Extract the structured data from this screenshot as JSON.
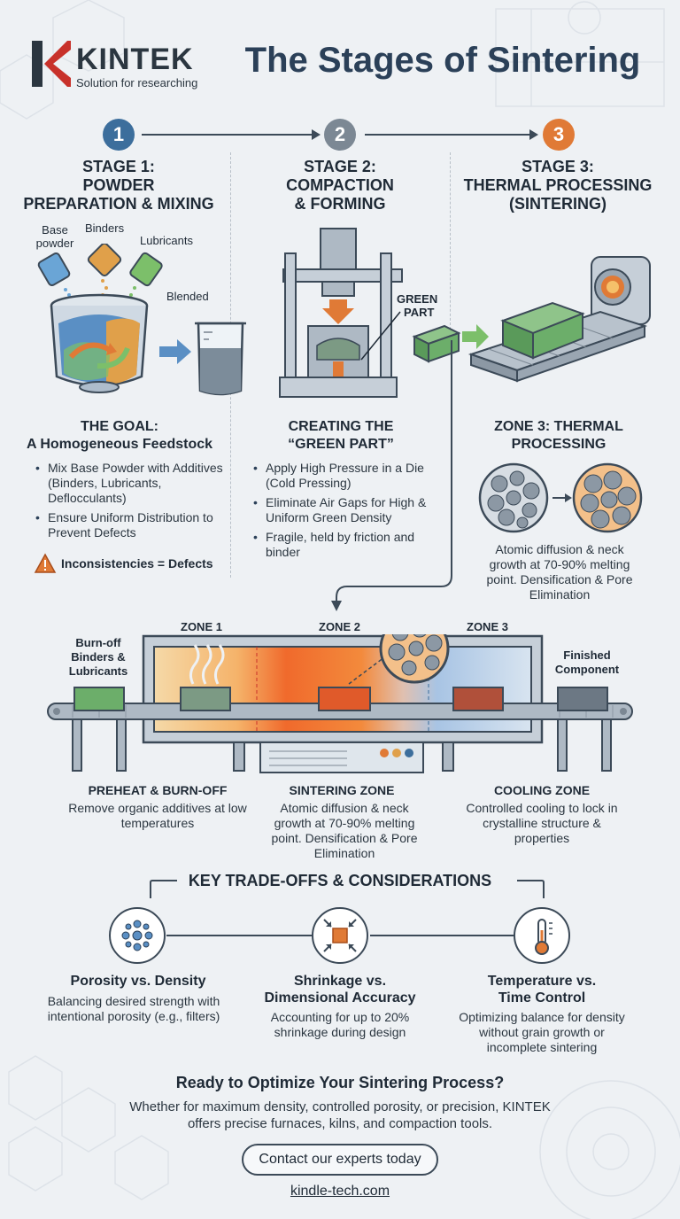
{
  "header": {
    "logo_text": "KINTEK",
    "logo_tagline": "Solution for researching",
    "title": "The Stages of Sintering"
  },
  "colors": {
    "brand_red": "#c8312a",
    "stage1_blue": "#3c6e9c",
    "stage2_gray": "#7c8894",
    "stage3_orange": "#e07a36",
    "navy": "#2b4058"
  },
  "stages": [
    {
      "number": "1",
      "title_lines": [
        "STAGE 1:",
        "POWDER",
        "PREPARATION & MIXING"
      ],
      "labels": {
        "base": "Base",
        "powder": "powder",
        "binders": "Binders",
        "lubricants": "Lubricants",
        "blended": "Blended"
      },
      "goal_title": "THE GOAL:",
      "goal_subtitle": "A Homogeneous Feedstock",
      "bullets": [
        "Mix Base Powder with Additives (Binders, Lubricants, Deflocculants)",
        "Ensure Uniform Distribution to Prevent Defects"
      ],
      "warning": "Inconsistencies = Defects",
      "warning_icon": "warning-icon"
    },
    {
      "number": "2",
      "title_lines": [
        "STAGE 2:",
        "COMPACTION",
        "& FORMING"
      ],
      "labels": {
        "green": "GREEN",
        "part": "PART"
      },
      "goal_title": "CREATING THE",
      "goal_subtitle": "“GREEN PART”",
      "bullets": [
        "Apply High Pressure in a Die (Cold Pressing)",
        "Eliminate Air Gaps for High & Uniform Green Density",
        "Fragile, held by friction and binder"
      ]
    },
    {
      "number": "3",
      "title_lines": [
        "STAGE 3:",
        "THERMAL PROCESSING",
        "(SINTERING)"
      ],
      "zone_title_lines": [
        "ZONE 3: THERMAL",
        "PROCESSING"
      ],
      "description": "Atomic diffusion & neck growth at 70-90% melting point. Densification & Pore Elimination"
    }
  ],
  "furnace": {
    "zones": [
      "ZONE 1",
      "ZONE 2",
      "ZONE 3"
    ],
    "left_label": "Burn-off Binders & Lubricants",
    "right_label": "Finished Component",
    "sections": [
      {
        "title": "PREHEAT & BURN-OFF",
        "desc": "Remove organic additives at low temperatures"
      },
      {
        "title": "SINTERING ZONE",
        "desc": "Atomic diffusion & neck growth at 70-90% melting point. Densification & Pore Elimination"
      },
      {
        "title": "COOLING ZONE",
        "desc": "Controlled cooling to lock in crystalline structure & properties"
      }
    ]
  },
  "tradeoffs": {
    "heading": "KEY TRADE-OFFS & CONSIDERATIONS",
    "items": [
      {
        "icon": "porosity-icon",
        "title_lines": [
          "Porosity vs. Density"
        ],
        "desc": "Balancing desired strength with intentional porosity (e.g., filters)"
      },
      {
        "icon": "shrinkage-icon",
        "title_lines": [
          "Shrinkage vs.",
          "Dimensional Accuracy"
        ],
        "desc": "Accounting for up to 20% shrinkage during design"
      },
      {
        "icon": "thermometer-icon",
        "title_lines": [
          "Temperature vs.",
          "Time Control"
        ],
        "desc": "Optimizing balance for density without grain growth or incomplete sintering"
      }
    ]
  },
  "cta": {
    "heading": "Ready to Optimize Your Sintering Process?",
    "text": "Whether for maximum density, controlled porosity, or precision, KINTEK offers precise furnaces, kilns, and compaction tools.",
    "button": "Contact our experts today",
    "link": "kindle-tech.com"
  }
}
